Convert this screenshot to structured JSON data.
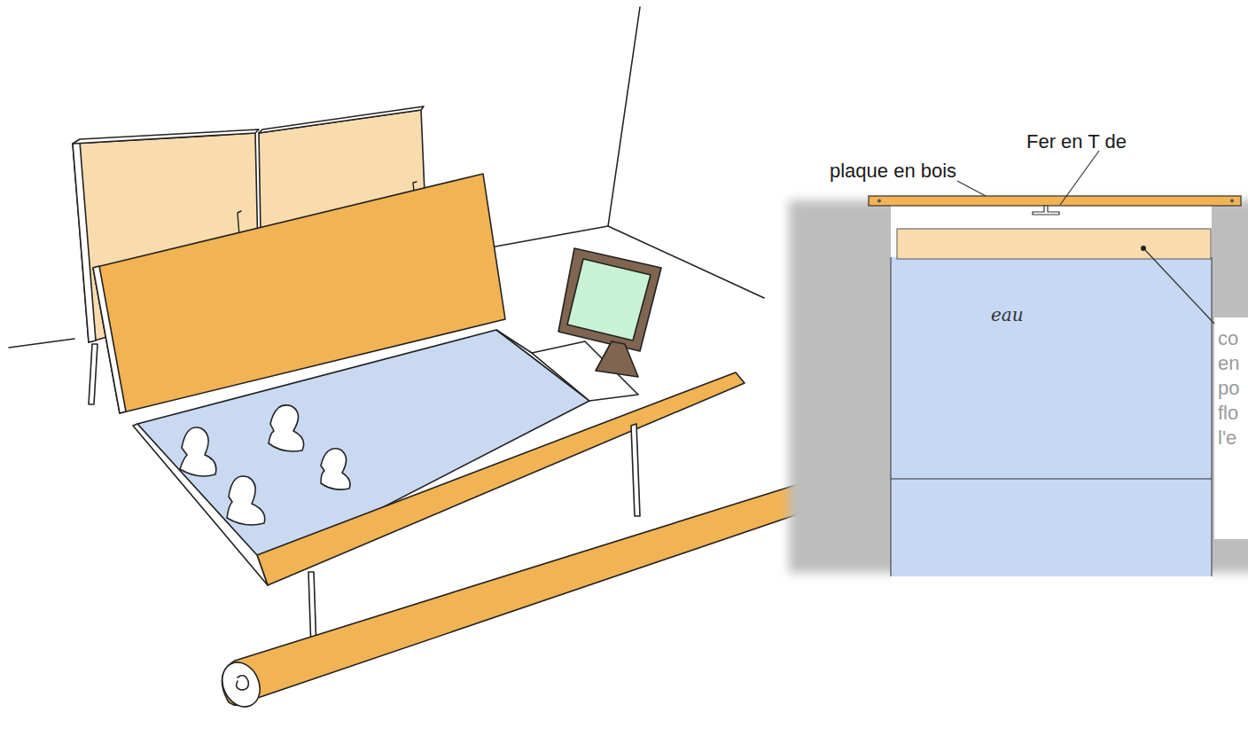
{
  "diagram": {
    "nodes": [
      {
        "text": [
          "eau"
        ]
      }
    ],
    "labels": [
      "plaque en bois",
      "Fer en T de",
      "co en po flo l'e"
    ]
  }
}
